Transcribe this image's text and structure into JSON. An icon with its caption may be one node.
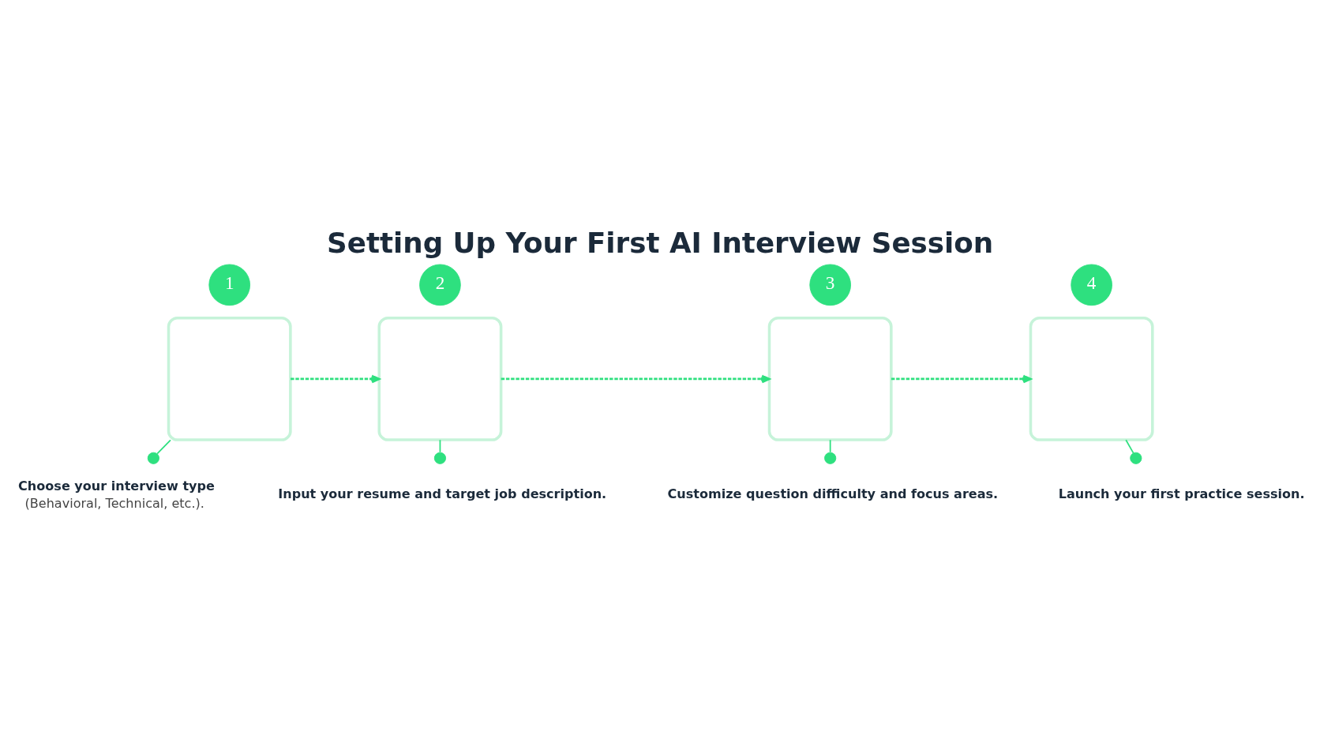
{
  "diagram": {
    "title": "Setting Up Your First AI Interview Session",
    "nodes": [
      {
        "text": [
          "1"
        ]
      },
      {
        "text": [],
        "shape": "box"
      },
      {
        "text": [],
        "shape": "circle",
        "beside": [
          "Choose your interview type",
          "(Behavioral, Technical, etc.)."
        ]
      },
      {
        "text": [
          "2"
        ]
      },
      {
        "text": [],
        "shape": "box"
      },
      {
        "text": [],
        "shape": "circle",
        "beside": [
          "Input your resume and target job description."
        ]
      },
      {
        "text": [
          "3"
        ]
      },
      {
        "text": [],
        "shape": "box"
      },
      {
        "text": [],
        "shape": "circle",
        "beside": [
          "Customize question difficulty and focus areas."
        ]
      },
      {
        "text": [
          "4"
        ]
      },
      {
        "text": [],
        "shape": "box"
      },
      {
        "text": [],
        "shape": "circle",
        "beside": [
          "Launch your first practice session."
        ]
      }
    ],
    "edges": [
      {
        "from": 1,
        "to": 4,
        "arrow": "to",
        "style": "dashed"
      },
      {
        "from": 4,
        "to": 7,
        "arrow": "to",
        "style": "dashed"
      },
      {
        "from": 7,
        "to": 10,
        "arrow": "to",
        "style": "dashed"
      },
      {
        "from": 1,
        "to": 2,
        "arrow": "none"
      },
      {
        "from": 4,
        "to": 5,
        "arrow": "none"
      },
      {
        "from": 7,
        "to": 8,
        "arrow": "none"
      },
      {
        "from": 10,
        "to": 11,
        "arrow": "none"
      }
    ]
  }
}
